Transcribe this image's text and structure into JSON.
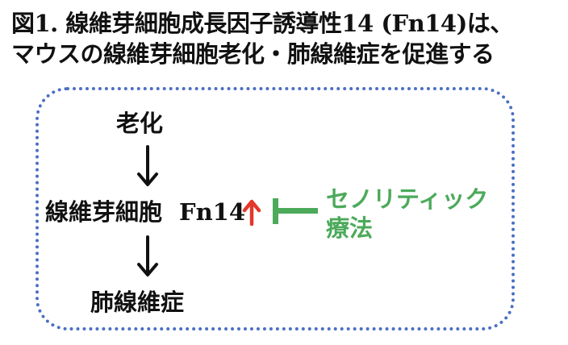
{
  "title": {
    "line1": "図1. 線維芽細胞成長因子誘導性14 (Fn14)は、",
    "line2": "マウスの線維芽細胞老化・肺線維症を促進する"
  },
  "diagram": {
    "aging": "老化",
    "fibroblast": "線維芽細胞",
    "fn14": "Fn14",
    "fibrosis": "肺線維症",
    "senolytic_line1": "セノリティック",
    "senolytic_line2": "療法"
  },
  "colors": {
    "up_arrow": "#e2372a",
    "senolytic_green": "#4caa5a",
    "frame_border": "#4a6fc4",
    "arrow_black": "#111111"
  },
  "icons": {
    "down_arrow": "down-arrow-icon",
    "up_arrow": "up-arrow-icon",
    "inhibition": "inhibition-bar-icon"
  }
}
